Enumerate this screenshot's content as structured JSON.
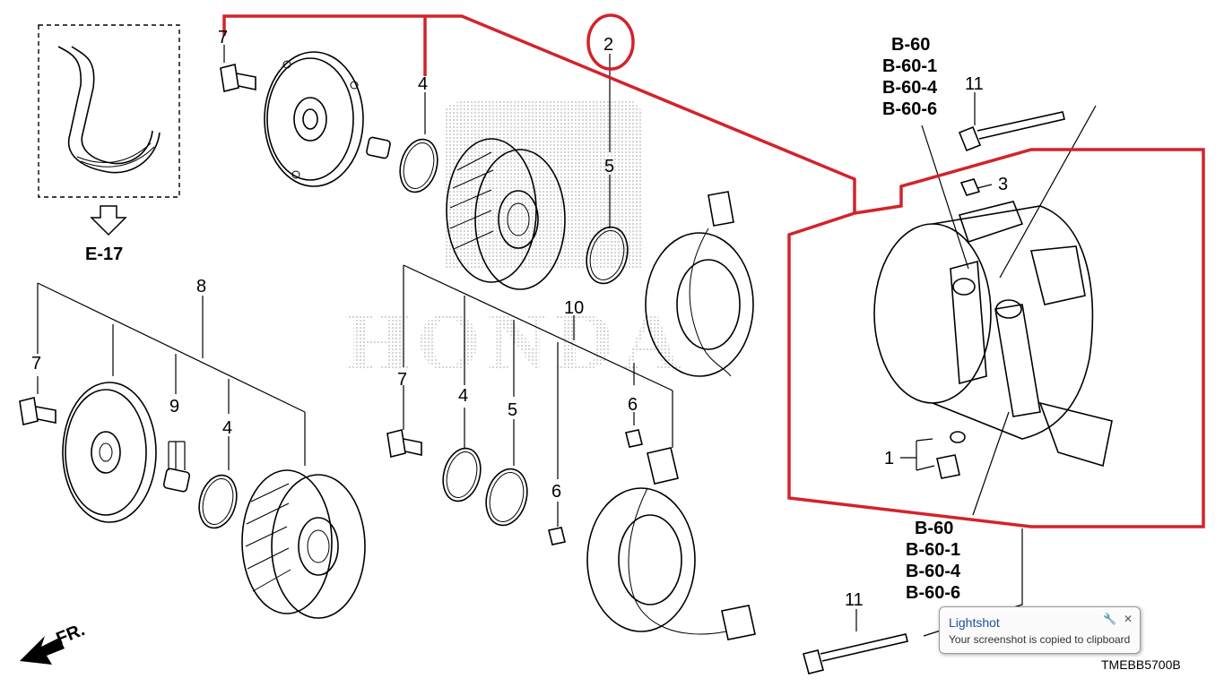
{
  "diagram": {
    "callouts": {
      "c7_top": "7",
      "c4_top": "4",
      "c2_top": "2",
      "c5_top": "5",
      "c11_top": "11",
      "c3": "3",
      "c1": "1",
      "c8": "8",
      "c7_left": "7",
      "c9": "9",
      "c4_left": "4",
      "c10": "10",
      "c7_mid": "7",
      "c4_mid": "4",
      "c5_mid": "5",
      "c6_a": "6",
      "c6_b": "6",
      "c11_bottom": "11"
    },
    "ref_top": [
      "B-60",
      "B-60-1",
      "B-60-4",
      "B-60-6"
    ],
    "ref_bottom": [
      "B-60",
      "B-60-1",
      "B-60-4",
      "B-60-6"
    ],
    "e17_ref": "E-17",
    "front_label": "FR.",
    "watermark": "HONDA",
    "code": "TMEBB5700B",
    "colors": {
      "highlight": "#d2232a",
      "ink": "#000000"
    }
  },
  "toast": {
    "title": "Lightshot",
    "message": "Your screenshot is copied to clipboard",
    "tool_icon": "wrench-icon",
    "close_icon": "close-icon"
  }
}
